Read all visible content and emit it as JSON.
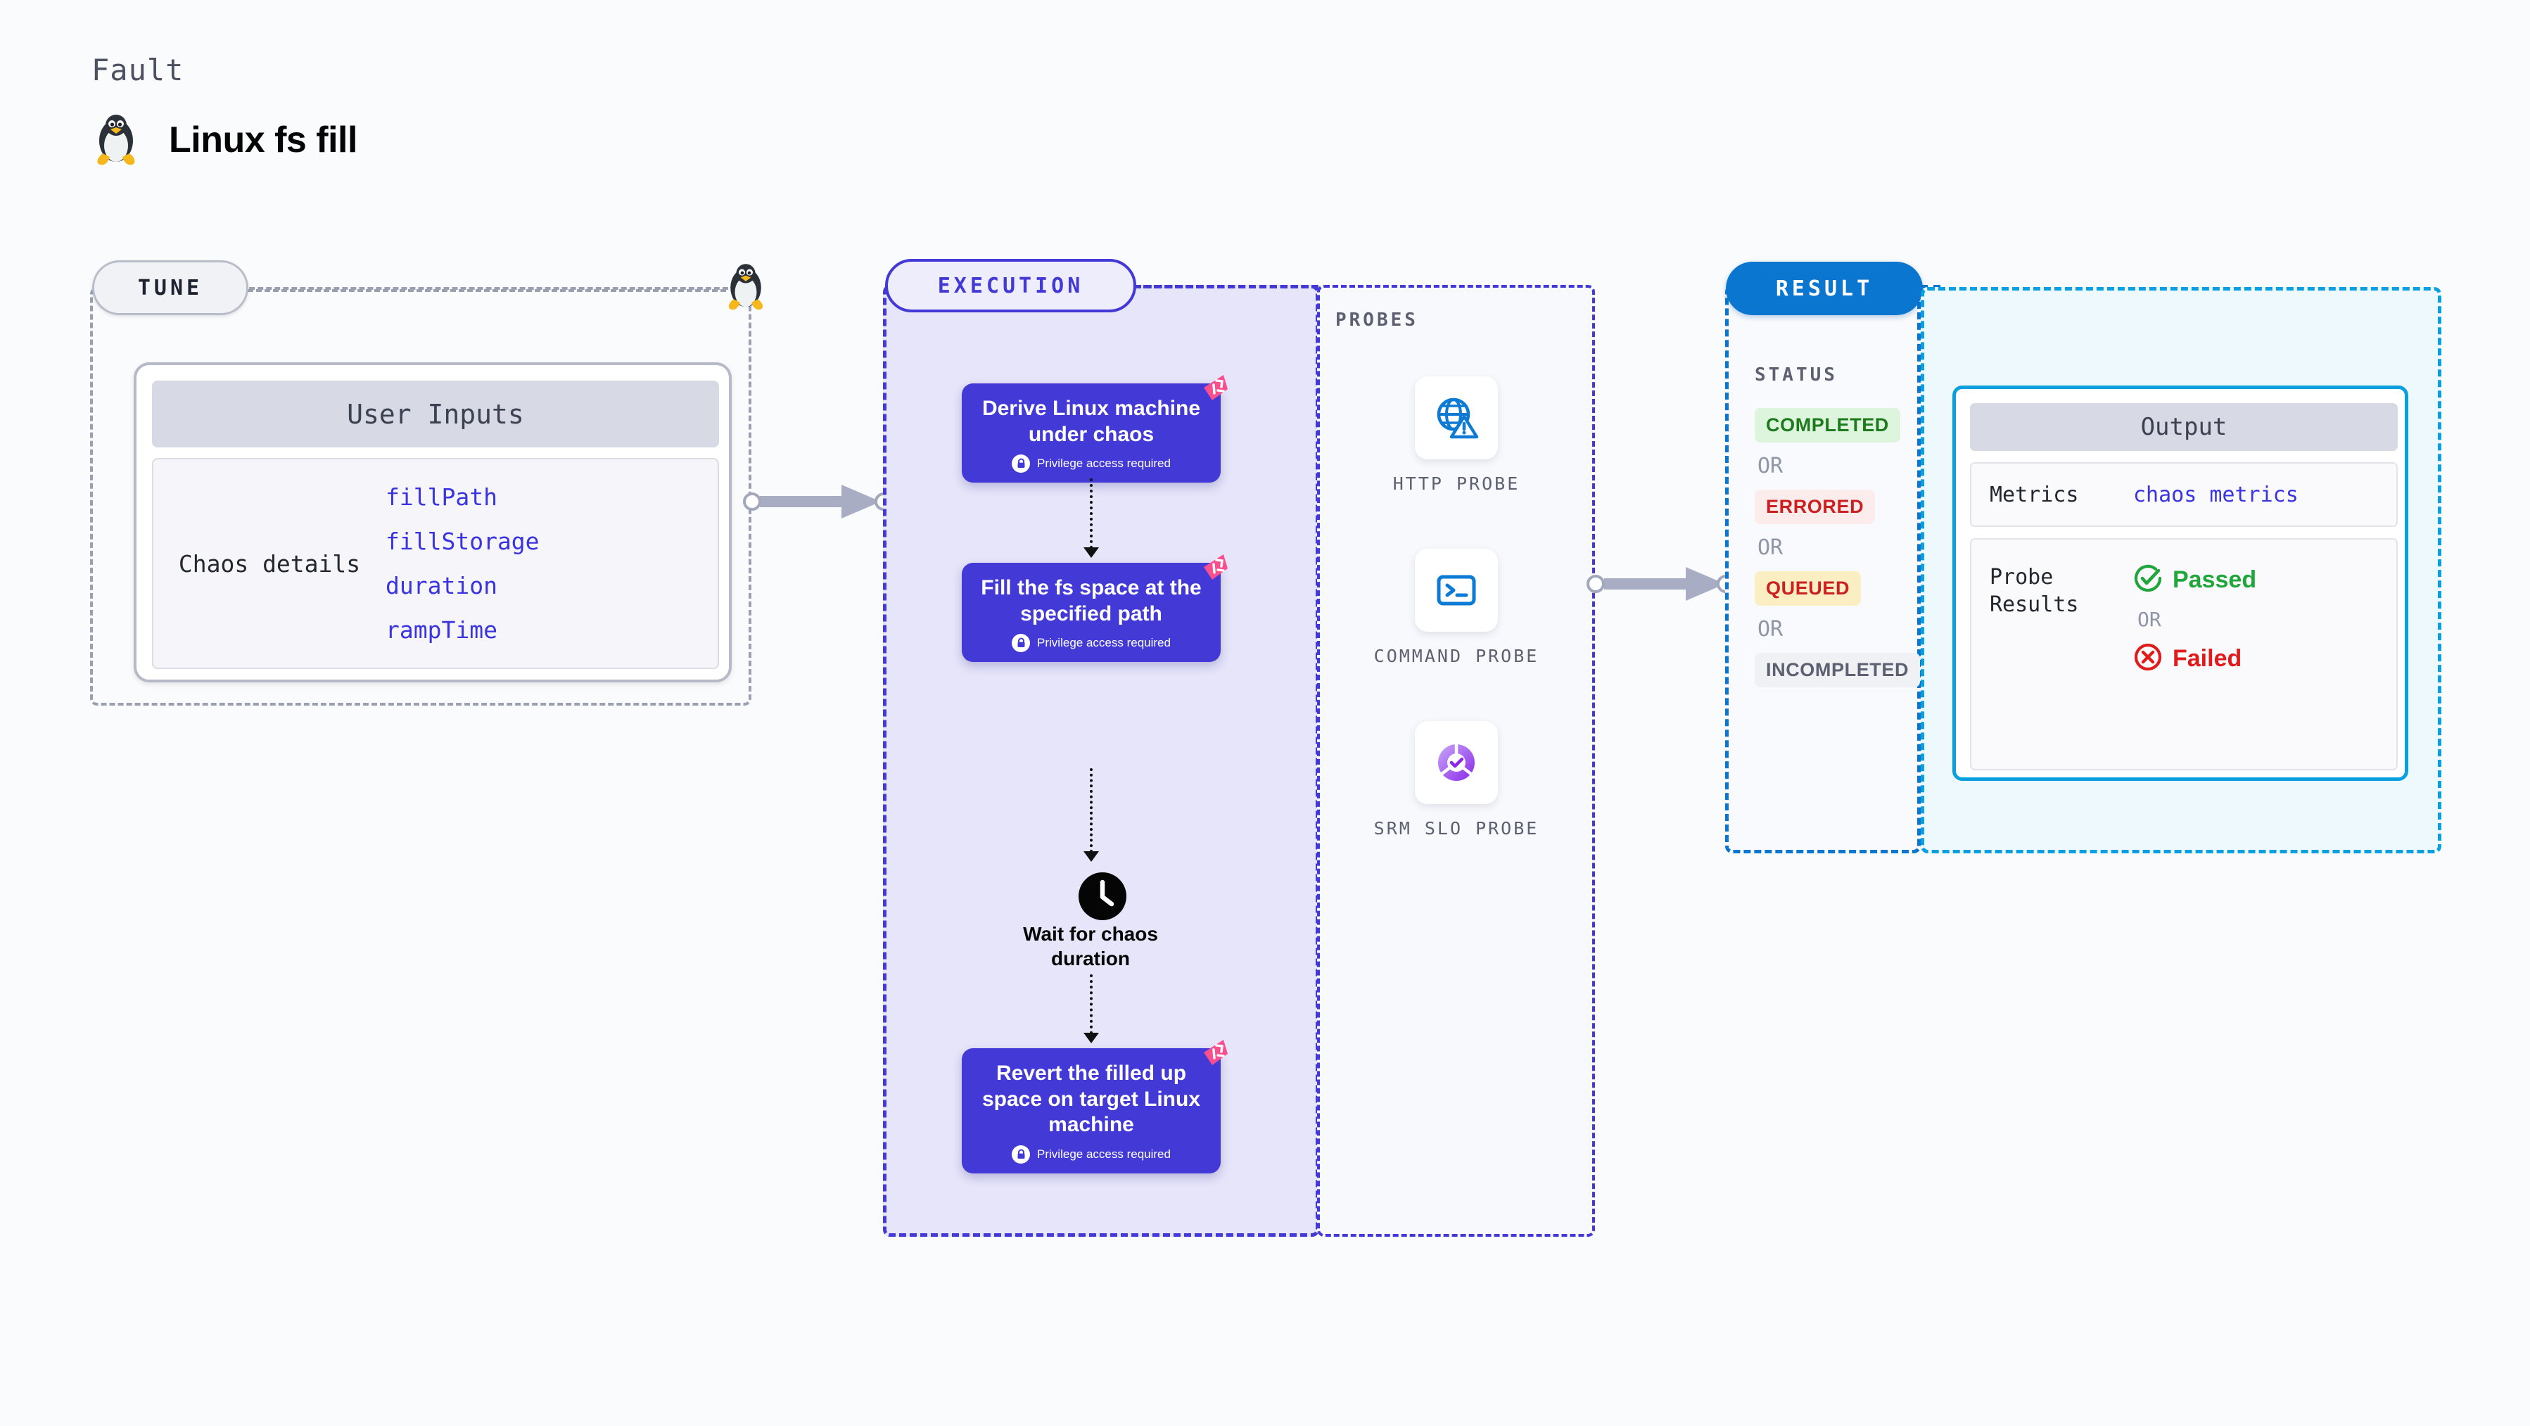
{
  "header": {
    "eyebrow": "Fault",
    "title": "Linux fs fill",
    "icon": "linux-penguin-icon"
  },
  "tune": {
    "pill_label": "TUNE",
    "card_title": "User Inputs",
    "section_label": "Chaos details",
    "params": [
      "fillPath",
      "fillStorage",
      "duration",
      "rampTime"
    ],
    "accent": "#3a33e0"
  },
  "execution": {
    "pill_label": "EXECUTION",
    "accent": "#4339d6",
    "steps": [
      {
        "title": "Derive Linux machine under chaos",
        "privilege": "Privilege access required",
        "icon": "fault-triangle-icon"
      },
      {
        "title": "Fill the fs space at the specified path",
        "privilege": "Privilege access required",
        "icon": "fault-triangle-icon"
      },
      {
        "title": "Revert the filled up space on target Linux machine",
        "privilege": "Privilege access required",
        "icon": "fault-triangle-icon"
      }
    ],
    "wait": {
      "label": "Wait for chaos duration",
      "icon": "clock-icon"
    }
  },
  "probes": {
    "title": "PROBES",
    "items": [
      {
        "label": "HTTP PROBE",
        "icon": "globe-warning-icon"
      },
      {
        "label": "COMMAND PROBE",
        "icon": "terminal-icon"
      },
      {
        "label": "SRM SLO PROBE",
        "icon": "slo-check-icon"
      }
    ]
  },
  "result": {
    "pill_label": "RESULT",
    "accent": "#0a76d0",
    "status_title": "STATUS",
    "or_label": "OR",
    "statuses": [
      {
        "label": "COMPLETED",
        "color": "#1d7a1d",
        "bg": "#ddf5dc"
      },
      {
        "label": "ERRORED",
        "color": "#cc1f1f",
        "bg": "#fdecec"
      },
      {
        "label": "QUEUED",
        "color": "#cc1f1f",
        "bg": "#fbeec2"
      },
      {
        "label": "INCOMPLETED",
        "color": "#5c6070",
        "bg": "#f0f1f5"
      }
    ]
  },
  "output": {
    "card_title": "Output",
    "metrics_key": "Metrics",
    "metrics_value": "chaos metrics",
    "probe_key": "Probe Results",
    "or_label": "OR",
    "passed": {
      "label": "Passed",
      "color": "#21a63c",
      "icon": "check-circle-icon"
    },
    "failed": {
      "label": "Failed",
      "color": "#e01b1b",
      "icon": "x-circle-icon"
    }
  }
}
